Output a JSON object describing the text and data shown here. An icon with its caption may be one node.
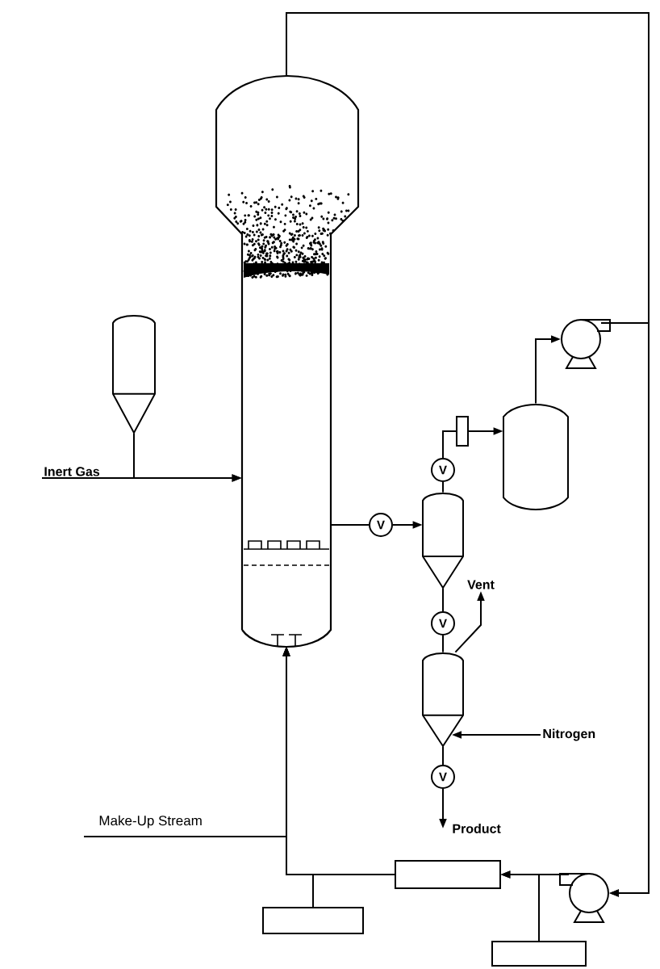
{
  "diagram": {
    "nodes": [
      {
        "text": [],
        "shape": "cylinder"
      },
      {
        "text": [],
        "shape": "cylinder"
      },
      {
        "text": [
          "Inert Gas"
        ]
      },
      {
        "text": [
          "V"
        ]
      },
      {
        "text": [],
        "shape": "cylinder"
      },
      {
        "text": [
          "V"
        ]
      },
      {
        "text": [],
        "shape": "cylinder"
      },
      {
        "text": [
          "V"
        ]
      },
      {
        "text": [
          "Product"
        ]
      },
      {
        "text": [
          "Vent"
        ]
      },
      {
        "text": [
          "Nitrogen"
        ]
      },
      {
        "text": [
          "V"
        ]
      },
      {
        "text": [],
        "shape": "box"
      },
      {
        "text": [],
        "shape": "cylinder"
      },
      {
        "text": [],
        "shape": "circle"
      },
      {
        "text": [],
        "shape": "circle"
      },
      {
        "text": [],
        "shape": "box"
      },
      {
        "text": [],
        "shape": "box"
      },
      {
        "text": [],
        "shape": "box"
      },
      {
        "text": [
          "Make-Up Stream"
        ]
      }
    ],
    "edges": [
      {
        "from": 2,
        "to": 0,
        "arrow": "to"
      },
      {
        "from": 1,
        "to": 0,
        "arrow": "to"
      },
      {
        "from": 0,
        "to": 3,
        "arrow": "none"
      },
      {
        "from": 3,
        "to": 4,
        "arrow": "to"
      },
      {
        "from": 4,
        "to": 5,
        "arrow": "none"
      },
      {
        "from": 5,
        "to": 6,
        "arrow": "none"
      },
      {
        "from": 6,
        "to": 7,
        "arrow": "none"
      },
      {
        "from": 7,
        "to": 8,
        "arrow": "to"
      },
      {
        "from": 6,
        "to": 9,
        "arrow": "to"
      },
      {
        "from": 10,
        "to": 6,
        "arrow": "to"
      },
      {
        "from": 4,
        "to": 11,
        "arrow": "none"
      },
      {
        "from": 11,
        "to": 12,
        "arrow": "none"
      },
      {
        "from": 12,
        "to": 13,
        "arrow": "to"
      },
      {
        "from": 13,
        "to": 14,
        "arrow": "to"
      },
      {
        "from": 14,
        "to": 15,
        "arrow": "to"
      },
      {
        "from": 0,
        "to": 15,
        "arrow": "to"
      },
      {
        "from": 15,
        "to": 17,
        "arrow": "to"
      },
      {
        "from": 16,
        "to": 17,
        "arrow": "to"
      },
      {
        "from": 17,
        "to": 0,
        "arrow": "to"
      },
      {
        "from": 18,
        "to": 0,
        "arrow": "to"
      },
      {
        "from": 19,
        "to": 0,
        "arrow": "to"
      }
    ]
  }
}
